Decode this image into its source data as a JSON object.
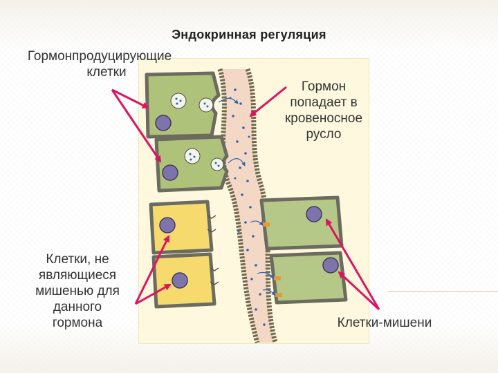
{
  "title": "Эндокринная регуляция",
  "labels": {
    "producing_cells_line1": "Гормонпродуцирующие",
    "producing_cells_line2": "клетки",
    "hormone_line1": "Гормон",
    "hormone_line2": "попадает в",
    "hormone_line3": "кровеносное",
    "hormone_line4": "русло",
    "nontarget_line1": "Клетки, не",
    "nontarget_line2": "являющиеся",
    "nontarget_line3": "мишенью для",
    "nontarget_line4": "данного",
    "nontarget_line5": "гормона",
    "target_cells": "Клетки-мишени"
  },
  "colors": {
    "arrow": "#e0115f",
    "producing_cell": "#aec27a",
    "target_cell": "#b5c887",
    "nontarget_cell": "#f7da6e",
    "nucleus": "#7f73ad",
    "blood_vessel": "#f4d8c6",
    "vessel_wall": "#6f6a4e",
    "hormone_dot": "#2d64b4"
  }
}
